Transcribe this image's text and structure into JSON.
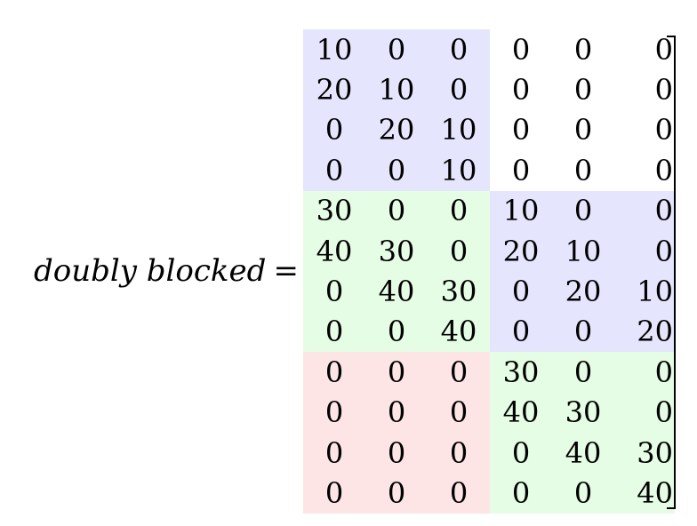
{
  "equation": {
    "label": "doubly blocked",
    "equals": "="
  },
  "matrix": {
    "rows": [
      [
        "10",
        "0",
        "0",
        "0",
        "0",
        "0"
      ],
      [
        "20",
        "10",
        "0",
        "0",
        "0",
        "0"
      ],
      [
        "0",
        "20",
        "10",
        "0",
        "0",
        "0"
      ],
      [
        "0",
        "0",
        "10",
        "0",
        "0",
        "0"
      ],
      [
        "30",
        "0",
        "0",
        "10",
        "0",
        "0"
      ],
      [
        "40",
        "30",
        "0",
        "20",
        "10",
        "0"
      ],
      [
        "0",
        "40",
        "30",
        "0",
        "20",
        "10"
      ],
      [
        "0",
        "0",
        "40",
        "0",
        "0",
        "20"
      ],
      [
        "0",
        "0",
        "0",
        "30",
        "0",
        "0"
      ],
      [
        "0",
        "0",
        "0",
        "40",
        "30",
        "0"
      ],
      [
        "0",
        "0",
        "0",
        "0",
        "40",
        "30"
      ],
      [
        "0",
        "0",
        "0",
        "0",
        "0",
        "40"
      ]
    ],
    "blocks": [
      {
        "row": 0,
        "col": 0,
        "color": "#e5e5fd"
      },
      {
        "row": 1,
        "col": 0,
        "color": "#e5fde5"
      },
      {
        "row": 1,
        "col": 1,
        "color": "#e5e5fd"
      },
      {
        "row": 2,
        "col": 0,
        "color": "#fde5e5"
      },
      {
        "row": 2,
        "col": 1,
        "color": "#e5fde5"
      }
    ]
  }
}
